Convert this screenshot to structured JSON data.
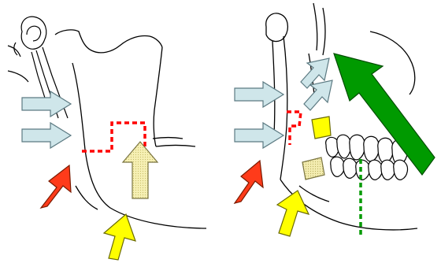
{
  "figure": {
    "panels": [
      {
        "id": "left",
        "subject": "mandible-lateral-view",
        "arrows": [
          {
            "name": "light-blue-arrow-upper",
            "color": "#cfe6ea",
            "direction": "right"
          },
          {
            "name": "light-blue-arrow-lower",
            "color": "#cfe6ea",
            "direction": "right"
          },
          {
            "name": "red-arrow",
            "color": "#ff3b1a",
            "direction": "up-right"
          },
          {
            "name": "pale-yellow-arrow",
            "color": "#f6f0b4",
            "direction": "up"
          },
          {
            "name": "yellow-arrow",
            "color": "#ffff00",
            "direction": "up"
          }
        ],
        "markers": [
          {
            "name": "red-dashed-outline",
            "color": "#ff0000"
          }
        ]
      },
      {
        "id": "right",
        "subject": "mandible-with-teeth-lateral-view",
        "arrows": [
          {
            "name": "light-blue-arrow-upper",
            "color": "#cfe6ea",
            "direction": "right"
          },
          {
            "name": "light-blue-arrow-lower",
            "color": "#cfe6ea",
            "direction": "right"
          },
          {
            "name": "light-blue-arrow-diagonal-1",
            "color": "#cfe6ea",
            "direction": "up-right"
          },
          {
            "name": "light-blue-arrow-diagonal-2",
            "color": "#cfe6ea",
            "direction": "up-right"
          },
          {
            "name": "red-arrow",
            "color": "#ff3b1a",
            "direction": "up-right"
          },
          {
            "name": "yellow-arrow",
            "color": "#ffff00",
            "direction": "up"
          },
          {
            "name": "green-arrow",
            "color": "#009a00",
            "direction": "up-left"
          }
        ],
        "markers": [
          {
            "name": "red-dashed-outline",
            "color": "#ff0000"
          },
          {
            "name": "green-dashed-line",
            "color": "#009a00"
          },
          {
            "name": "yellow-block",
            "color": "#ffff00"
          },
          {
            "name": "pale-yellow-block",
            "color": "#f6f0b4"
          }
        ]
      }
    ]
  }
}
